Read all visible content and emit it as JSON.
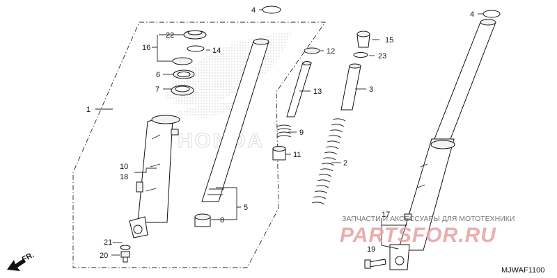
{
  "diagram_code": "MJWAF1100",
  "direction_marker": "FR.",
  "watermark": {
    "caption": "ЗАПЧАСТИ И АКСЕССУАРЫ ДЛЯ МОТОТЕХНИКИ",
    "logo": "PARTSFOR.RU",
    "brand_backdrop": "HONDA"
  },
  "callouts": [
    {
      "id": "c1",
      "label": "1"
    },
    {
      "id": "c2",
      "label": "2"
    },
    {
      "id": "c3",
      "label": "3"
    },
    {
      "id": "c4a",
      "label": "4"
    },
    {
      "id": "c4b",
      "label": "4"
    },
    {
      "id": "c5",
      "label": "5"
    },
    {
      "id": "c6",
      "label": "6"
    },
    {
      "id": "c7",
      "label": "7"
    },
    {
      "id": "c8",
      "label": "8"
    },
    {
      "id": "c9",
      "label": "9"
    },
    {
      "id": "c10",
      "label": "10"
    },
    {
      "id": "c11",
      "label": "11"
    },
    {
      "id": "c12",
      "label": "12"
    },
    {
      "id": "c13",
      "label": "13"
    },
    {
      "id": "c14",
      "label": "14"
    },
    {
      "id": "c15",
      "label": "15"
    },
    {
      "id": "c16",
      "label": "16"
    },
    {
      "id": "c17",
      "label": "17"
    },
    {
      "id": "c18",
      "label": "18"
    },
    {
      "id": "c19",
      "label": "19"
    },
    {
      "id": "c20",
      "label": "20"
    },
    {
      "id": "c21",
      "label": "21"
    },
    {
      "id": "c22",
      "label": "22"
    },
    {
      "id": "c23",
      "label": "23"
    }
  ]
}
